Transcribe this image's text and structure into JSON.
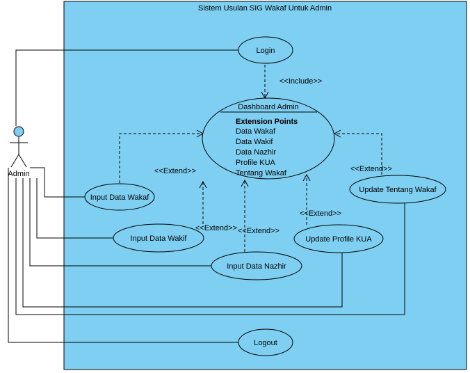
{
  "system": {
    "title": "Sistem Usulan SIG Wakaf Untuk Admin",
    "fill": "#7ecff2",
    "stroke": "#000000"
  },
  "actor": {
    "name": "Admin",
    "head_fill": "#7ecff2"
  },
  "use_cases": {
    "login": "Login",
    "logout": "Logout",
    "dashboard": "Dashboard Admin",
    "extension_points_title": "Extension Points",
    "extension_points": [
      "Data Wakaf",
      "Data Wakif",
      "Data Nazhir",
      "Profile KUA",
      "Tentang Wakaf"
    ],
    "input_wakaf": "Input Data Wakaf",
    "input_wakif": "Input Data Wakif",
    "input_nazhir": "Input Data Nazhir",
    "update_kua": "Update Profile KUA",
    "update_tentang": "Update Tentang Wakaf"
  },
  "relations": {
    "include": "<<Include>>",
    "extend": "<<Extend>>"
  }
}
